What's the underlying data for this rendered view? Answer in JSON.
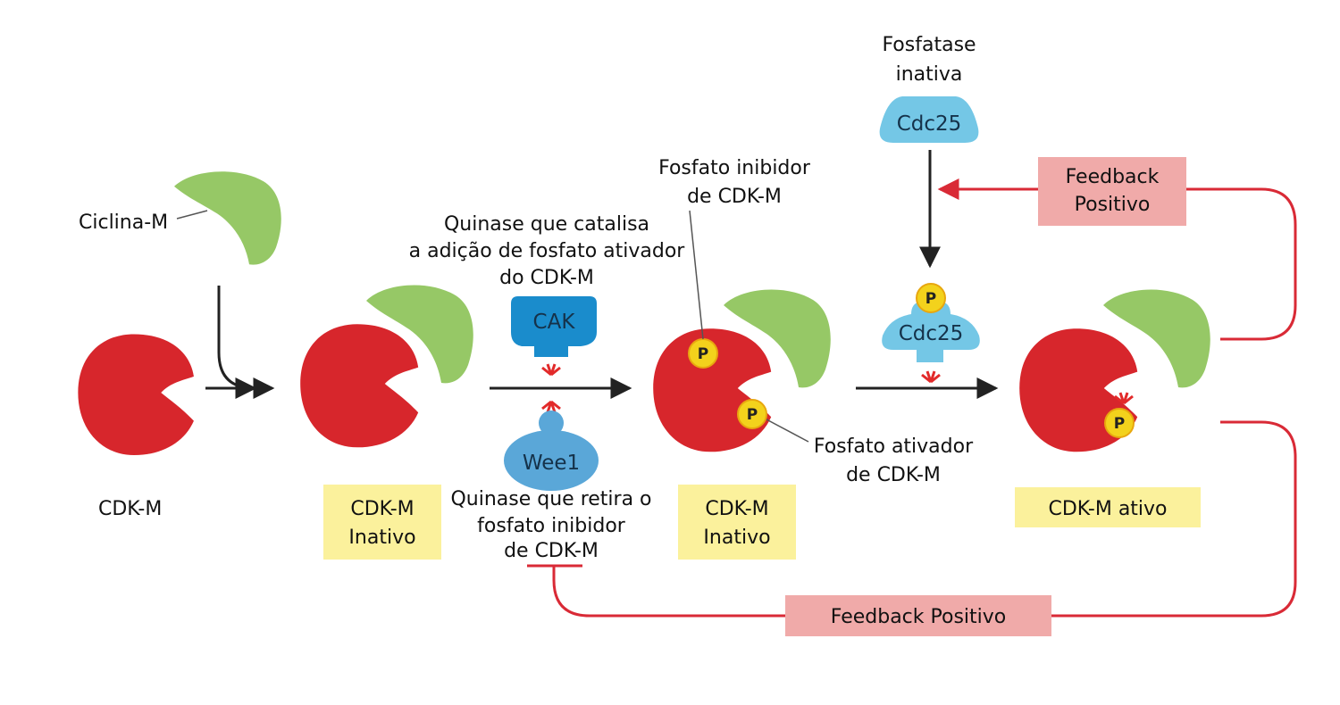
{
  "labels": {
    "cyclin": "Ciclina-M",
    "cdk": "CDK-M",
    "state1": [
      "CDK-M",
      "Inativo"
    ],
    "state2": [
      "CDK-M",
      "Inativo"
    ],
    "state3": "CDK-M ativo",
    "cak_desc": [
      "Quinase que catalisa",
      "a adição de fosfato ativador",
      "do CDK-M"
    ],
    "wee1_desc": [
      "Quinase que retira o",
      "fosfato inibidor",
      "de CDK-M"
    ],
    "inhib_phos": [
      "Fosfato inibidor",
      "de CDK-M"
    ],
    "activ_phos": [
      "Fosfato ativador",
      "de CDK-M"
    ],
    "phosphatase": [
      "Fosfatase",
      "inativa"
    ],
    "feedback_top": [
      "Feedback",
      "Positivo"
    ],
    "feedback_bottom": "Feedback Positivo"
  },
  "enzymes": {
    "cak": "CAK",
    "wee1": "Wee1",
    "cdc25_inactive": "Cdc25",
    "cdc25_active": "Cdc25"
  },
  "phosphate_symbol": "P",
  "colors": {
    "cdk": "#d7262c",
    "cyclin": "#96c866",
    "state_box": "#fbf19c",
    "feedback_box": "#f0aaa9",
    "feedback_line": "#d92a36",
    "cak": "#1a8ccc",
    "wee1": "#5aa7d8",
    "cdc25": "#74c7e6",
    "phosphate": "#f3d21c"
  }
}
